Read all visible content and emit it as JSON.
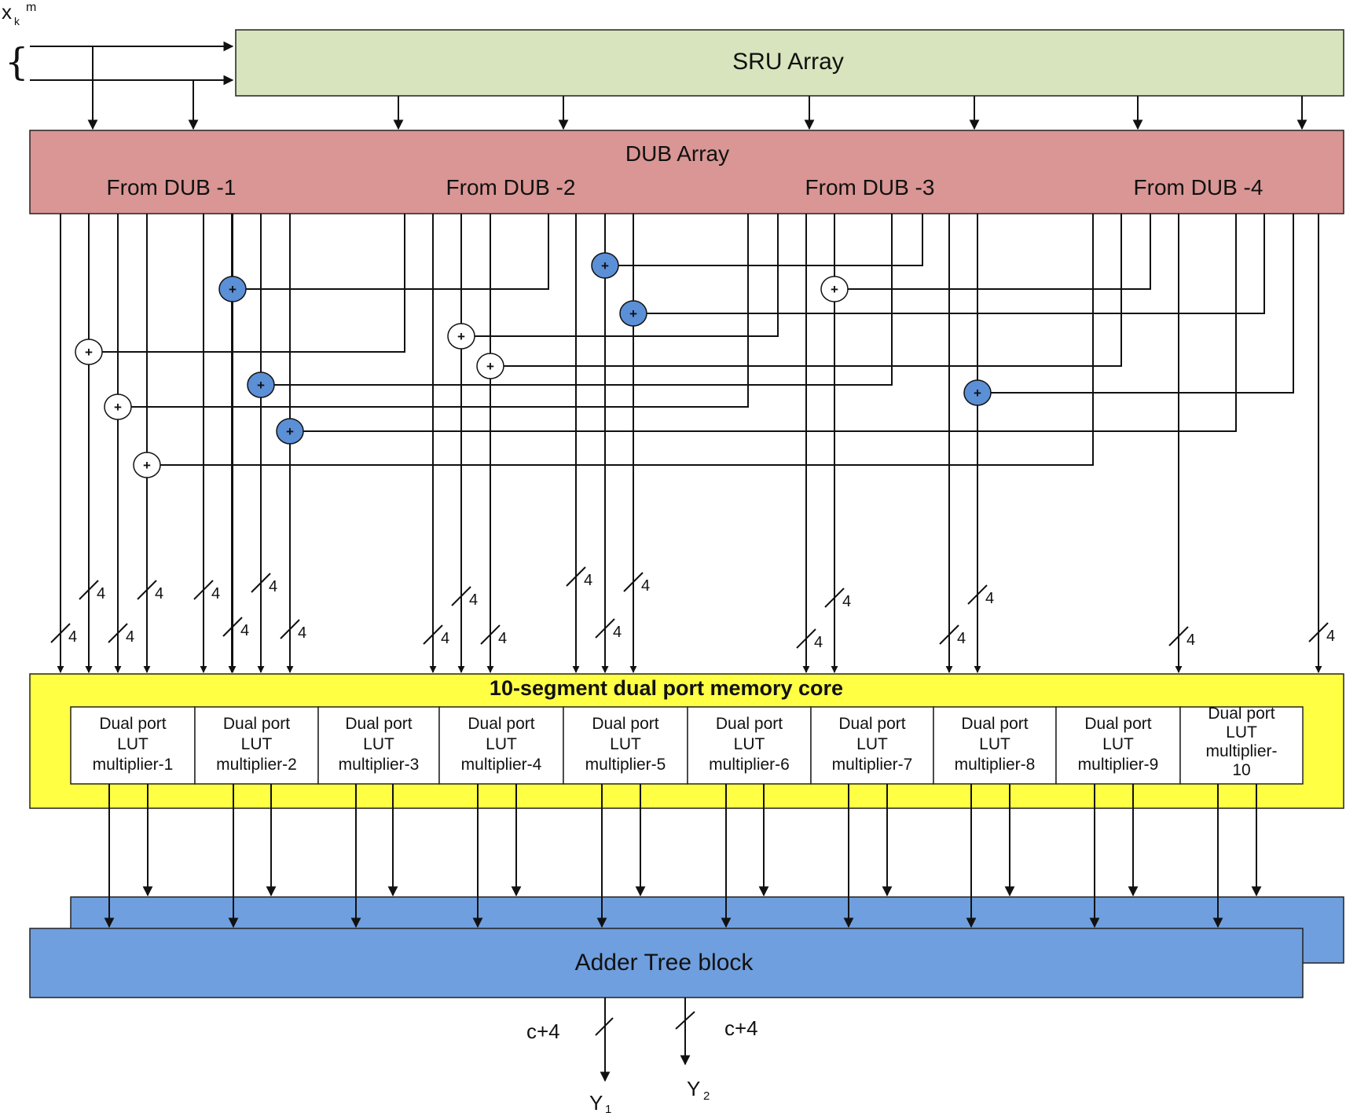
{
  "diagram": {
    "input": {
      "symbol": "x",
      "sub": "k",
      "sup": "m",
      "brace": "{"
    },
    "sru": {
      "label": "SRU Array",
      "color": "#d7e4bd"
    },
    "dub": {
      "label": "DUB Array",
      "color": "#d99694",
      "groups": [
        "From DUB -1",
        "From DUB -2",
        "From DUB -3",
        "From DUB -4"
      ]
    },
    "memory": {
      "label": "10-segment dual port memory core",
      "color": "#ffff44",
      "units": [
        [
          "Dual port",
          "LUT",
          "multiplier-1"
        ],
        [
          "Dual port",
          "LUT",
          "multiplier-2"
        ],
        [
          "Dual port",
          "LUT",
          "multiplier-3"
        ],
        [
          "Dual port",
          "LUT",
          "multiplier-4"
        ],
        [
          "Dual port",
          "LUT",
          "multiplier-5"
        ],
        [
          "Dual port",
          "LUT",
          "multiplier-6"
        ],
        [
          "Dual port",
          "LUT",
          "multiplier-7"
        ],
        [
          "Dual port",
          "LUT",
          "multiplier-8"
        ],
        [
          "Dual port",
          "LUT",
          "multiplier-9"
        ],
        [
          "Dual port",
          "LUT",
          "multiplier-",
          "10"
        ]
      ]
    },
    "adder": {
      "label": "Adder Tree block",
      "color": "#6f9fde"
    },
    "bus_width": "4",
    "adder_symbol": "+",
    "outputs": [
      {
        "name": "Y",
        "sub": "1",
        "width": "c+4"
      },
      {
        "name": "Y",
        "sub": "2",
        "width": "c+4"
      }
    ],
    "colors": {
      "blue_adder": "#5b8fd6",
      "white_adder": "#ffffff",
      "line": "#111111"
    }
  }
}
